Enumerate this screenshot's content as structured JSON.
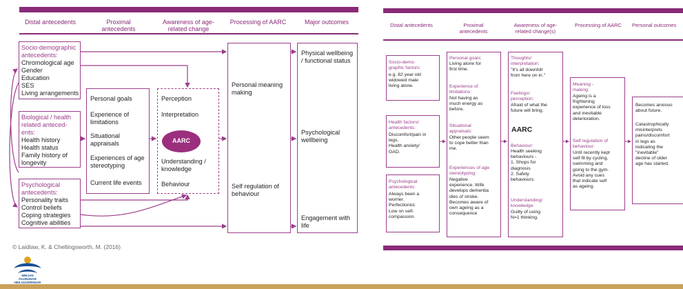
{
  "left": {
    "headers": [
      "Distal antecedents",
      "Proximal\nantecedents",
      "Awareness of age-\nrelated change",
      "Processing of AARC",
      "Major outcomes"
    ],
    "distal": [
      {
        "title": "Socio-demographic\nantecedents:",
        "items": "Chromological age\nGender\nEducation\nSES\nLiving arrangements"
      },
      {
        "title": "Biological / health\nrelated anteced-\nents:",
        "items": "Health history\nHealth status\nFamily history of\nlongevity"
      },
      {
        "title": "Psychological\nantecedents:",
        "items": "Personality traits\nControl beliefs\nCoping strategies\nCognitive abilities"
      }
    ],
    "proximal": [
      "Personal goals",
      "Experience of\nlimitations",
      "Situational\nappraisals",
      "Experiences of age\nstereotyping",
      "Current life events"
    ],
    "awareness": {
      "perception": "Perception",
      "interpretation": "Interpretation",
      "aarc": "AARC",
      "understanding": "Understanding /\nknowledge",
      "behaviour": "Behaviour"
    },
    "processing": [
      "Personal meaning\nmaking",
      "Self regulation of\nbehaviour"
    ],
    "outcomes": [
      "Physical wellbeing\n/ functional status",
      "Psychological\nwellbeing",
      "Engagement with\nlife"
    ],
    "copyright": "© Laidlaw, K. & Chellingsworth, M. (2016)",
    "logo_text": "MIÐJAN\nÖLDRUNAR HEILSUVERNDAR"
  },
  "right": {
    "headers": [
      "Distal antecedents",
      "Proximal\nantecedents",
      "Awareness of age-\nrelated change(s)",
      "Processing of AARC",
      "Personal outcomes"
    ],
    "distal": [
      {
        "title": "Socio-demo-\ngraphic factors:",
        "body": "e.g. 82 year old\nwidowed male\nliving alone."
      },
      {
        "title": "Health factors/\nantecedents:",
        "body": "Discomfort/pain in\nlegs.\nHealth anxiety/\nGAD."
      },
      {
        "title": "Psychological\nantecedents:",
        "body": "Always been a\nworrier.\nPerfectionist.\nLow on self-\ncompassion."
      }
    ],
    "proximal": [
      {
        "title": "Personal goals:",
        "body": "Living alone for\nfirst time."
      },
      {
        "title": "Experience of\nlimitations:",
        "body": "Not having as\nmuch energy as\nbefore."
      },
      {
        "title": "Situational\nappraisals:",
        "body": "Other people seem\nto cope better than\nme."
      },
      {
        "title": "Experiences of age\nstereotyping:",
        "body": "Negative\nexperience. Wife\ndevelops dementia\ndies of stroke.\nBecomes aware of\nown ageing as a\nconsequence"
      }
    ],
    "awareness": [
      {
        "title": "Thoughts/\ninterpretation:",
        "body": "\"It's all downhill\nfrom here on in.\""
      },
      {
        "title": "Feelings/\nperception:",
        "body": "Afraid of what the\nfuture will bring."
      },
      {
        "title": "",
        "body": "AARC"
      },
      {
        "title": "Behaviour:",
        "body": "Health seeking\nbehaviours -\n1. Shops for\ndiagnosis\n2. Safety\nbehaviours."
      },
      {
        "title": "Understanding/\nknowledge:",
        "body": "Guilty of using\nN=1 thinking."
      }
    ],
    "processing": [
      {
        "title": "Meaning -\nmaking:",
        "body": "Ageing is a\nfrightening\nexperience of loss\nand inevitable\ndeterioration."
      },
      {
        "title": "Self regulation of\nbehaviour:",
        "body": "Until recently kept\nself fit by cycling,\nswimming and\ngoing to the gym.\nAvoid any cues\nthat indicate self\nas ageing."
      }
    ],
    "outcomes": [
      "Becomes anxious\nabout future.",
      "Catastrophically\nmisinterprets\npains/discomfort\nin legs as\nindicating  the\n\"inevitable\"\ndecline of older\nage has started."
    ]
  },
  "colors": {
    "accent": "#8a2a78",
    "box_border": "#9b3d8a",
    "bottom_rule": "#c9a15a",
    "logo_blue": "#1a4f95",
    "logo_gold": "#e0a21a"
  }
}
